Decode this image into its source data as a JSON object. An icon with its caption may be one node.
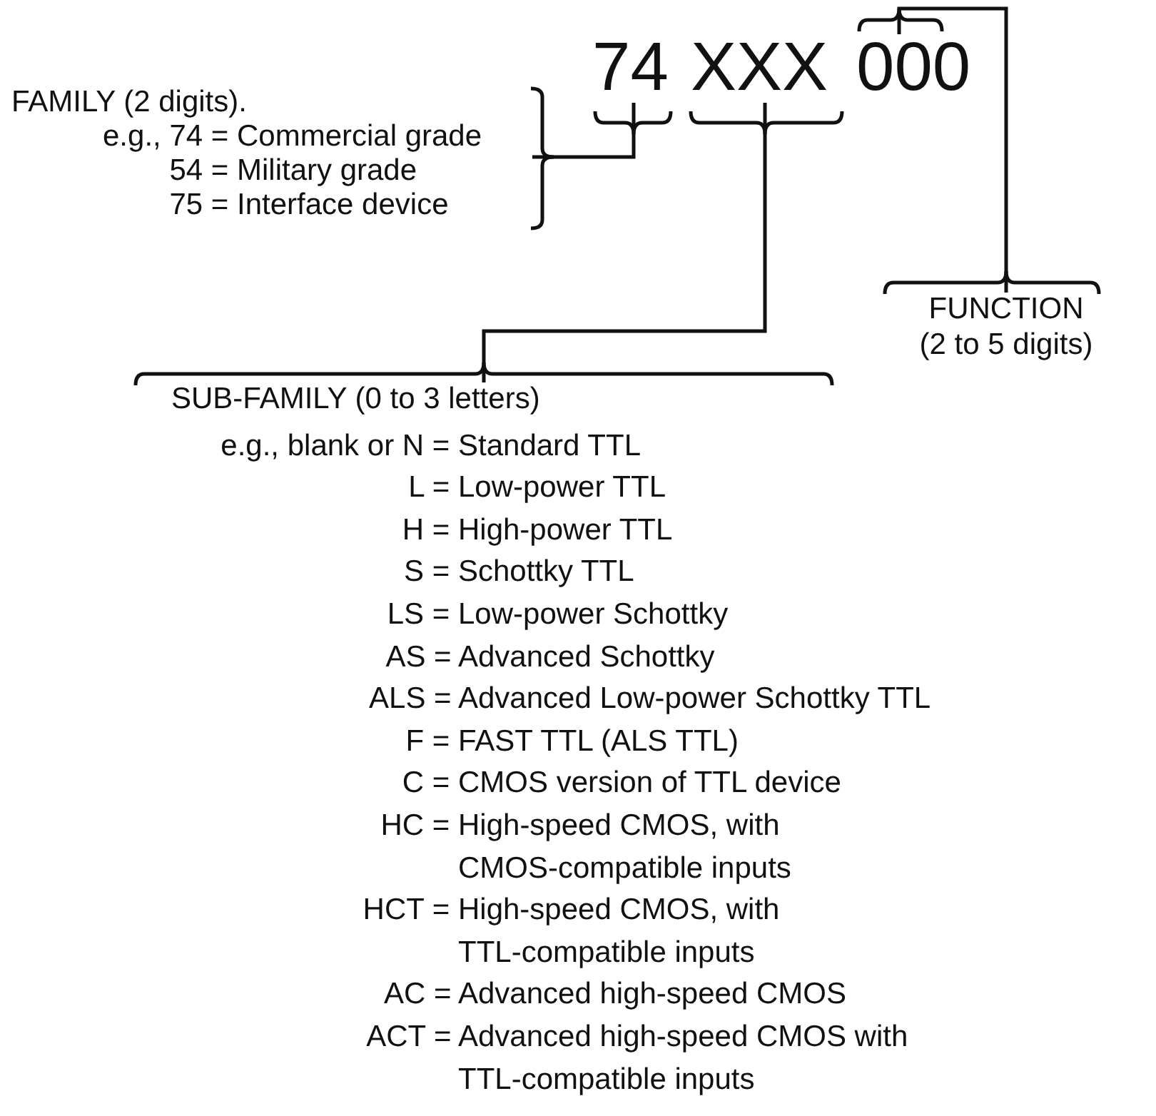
{
  "diagram": {
    "nodes": [
      {
        "text": [
          "74"
        ]
      },
      {
        "text": [
          "XXX"
        ]
      },
      {
        "text": [
          "000"
        ]
      },
      {
        "text": [
          "FAMILY (2 digits).",
          "e.g., 74 = Commercial grade",
          "54 = Military grade",
          "75 = Interface device"
        ]
      },
      {
        "text": [
          "FUNCTION",
          "(2 to 5 digits)"
        ]
      },
      {
        "text": [
          "SUB-FAMILY (0 to 3 letters)",
          "e.g., blank or N = Standard TTL",
          "L = Low-power TTL",
          "H = High-power TTL",
          "S = Schottky TTL",
          "LS = Low-power Schottky",
          "AS = Advanced Schottky",
          "ALS = Advanced Low-power Schottky TTL",
          "F = FAST TTL (ALS TTL)",
          "C = CMOS version of TTL device",
          "HC = High-speed CMOS, with CMOS-compatible inputs",
          "HCT = High-speed CMOS, with TTL-compatible inputs",
          "AC = Advanced high-speed CMOS",
          "ACT = Advanced high-speed CMOS with TTL-compatible inputs"
        ]
      }
    ],
    "edges": [
      {
        "from": 3,
        "to": 0,
        "arrow": "none"
      },
      {
        "from": 1,
        "to": 5,
        "arrow": "none"
      },
      {
        "from": 2,
        "to": 4,
        "arrow": "none"
      }
    ]
  }
}
